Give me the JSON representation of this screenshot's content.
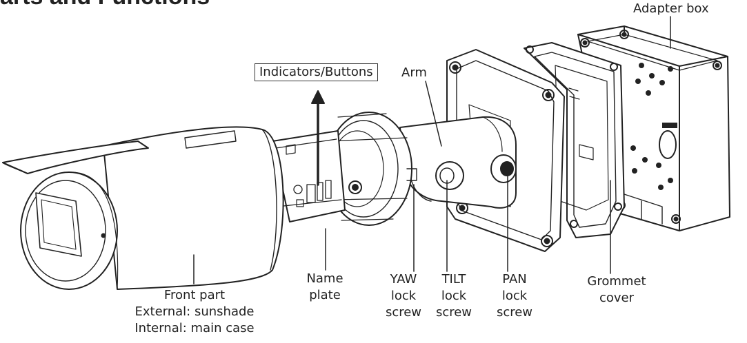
{
  "heading": "arts and Functions",
  "labels": {
    "adapter_box": "Adapter box",
    "indicators_buttons": "Indicators/Buttons",
    "arm": "Arm",
    "name_plate": [
      "Name",
      "plate"
    ],
    "front_part": [
      "Front part",
      "External: sunshade",
      "Internal: main case"
    ],
    "yaw_lock_screw": [
      "YAW",
      "lock",
      "screw"
    ],
    "tilt_lock_screw": [
      "TILT",
      "lock",
      "screw"
    ],
    "pan_lock_screw": [
      "PAN",
      "lock",
      "screw"
    ],
    "grommet_cover": [
      "Grommet",
      "cover"
    ]
  }
}
